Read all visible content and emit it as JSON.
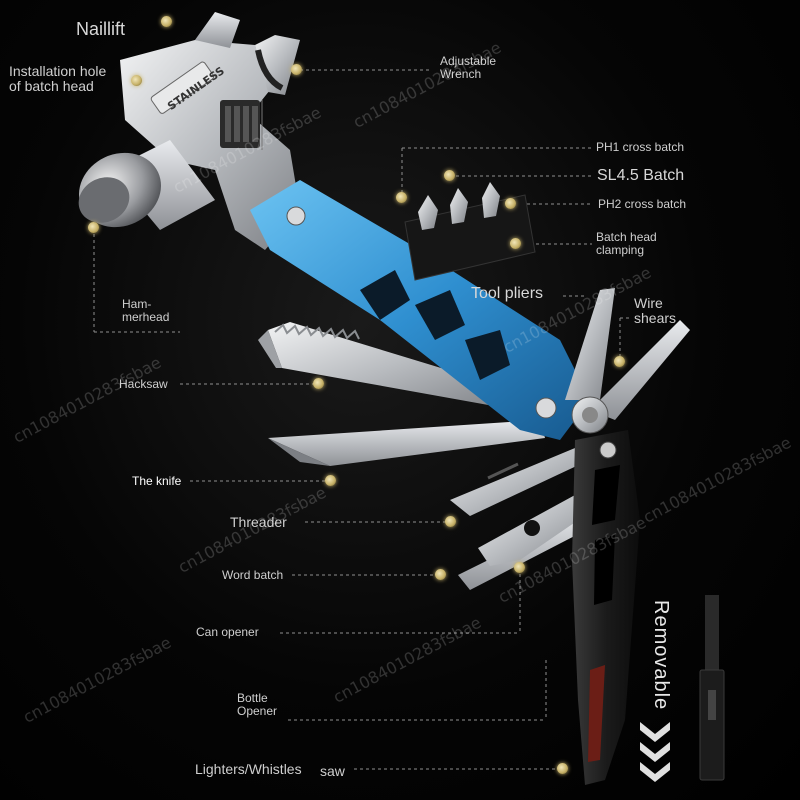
{
  "labels": {
    "naillift": "Naillift",
    "install_line1": "Installation hole",
    "install_line2": "of batch head",
    "adjustable_line1": "Adjustable",
    "adjustable_line2": "Wrench",
    "ph1": "PH1 cross batch",
    "sl45": "SL4.5 Batch",
    "ph2": "PH2 cross batch",
    "clamp_line1": "Batch head",
    "clamp_line2": "clamping",
    "tool_pliers": "Tool pliers",
    "wire_line1": "Wire",
    "wire_line2": "shears",
    "hammer_line1": "Ham-",
    "hammer_line2": "merhead",
    "hacksaw": "Hacksaw",
    "knife": "The knife",
    "threader": "Threader",
    "word_batch": "Word batch",
    "can_opener": "Can opener",
    "bottle_line1": "Bottle",
    "bottle_line2": "Opener",
    "lighters": "Lighters/Whistles",
    "saw": "saw",
    "removable": "Removable",
    "stainless": "STAINLESS"
  },
  "watermark": "cn1084010283fsbae",
  "colors": {
    "background": "#000000",
    "handle_blue": "#2f8fd0",
    "handle_black": "#1b1b1b",
    "steel": "#c9ccd0",
    "callout_dot": "#c8b36a",
    "callout_line": "#9a9a9a"
  }
}
